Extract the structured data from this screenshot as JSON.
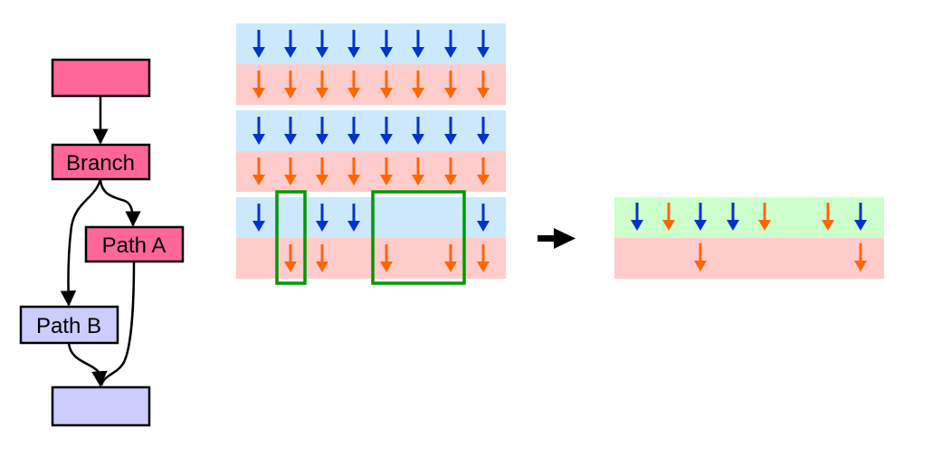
{
  "flowchart": {
    "nodes": [
      {
        "id": "top",
        "label": "",
        "color": "#ff6699"
      },
      {
        "id": "branch",
        "label": "Branch",
        "color": "#ff6699"
      },
      {
        "id": "path_a",
        "label": "Path A",
        "color": "#ff6699"
      },
      {
        "id": "path_b",
        "label": "Path B",
        "color": "#ccccff"
      },
      {
        "id": "bottom",
        "label": "",
        "color": "#ccccff"
      }
    ]
  },
  "colors": {
    "blue_arrow": "#0033cc",
    "orange_arrow": "#ff6600",
    "blue_lane": "#cce8fb",
    "pink_lane": "#ffcccc",
    "green_lane": "#ccffcc",
    "highlight_box": "#009900"
  },
  "warp_lanes": [
    {
      "blue": [
        1,
        1,
        1,
        1,
        1,
        1,
        1,
        1
      ],
      "orange": [
        1,
        1,
        1,
        1,
        1,
        1,
        1,
        1
      ]
    },
    {
      "blue": [
        1,
        1,
        1,
        1,
        1,
        1,
        1,
        1
      ],
      "orange": [
        1,
        1,
        1,
        1,
        1,
        1,
        1,
        1
      ]
    },
    {
      "blue": [
        1,
        0,
        1,
        1,
        0,
        0,
        0,
        1
      ],
      "orange": [
        0,
        1,
        1,
        0,
        1,
        0,
        1,
        1
      ]
    }
  ],
  "compacted_lane": {
    "top": [
      "blue",
      "orange",
      "blue",
      "blue",
      "orange",
      "",
      "orange",
      "blue"
    ],
    "bottom": [
      "",
      "",
      "orange",
      "",
      "",
      "",
      "",
      "orange"
    ]
  },
  "transform_icon": "right-arrow-icon"
}
